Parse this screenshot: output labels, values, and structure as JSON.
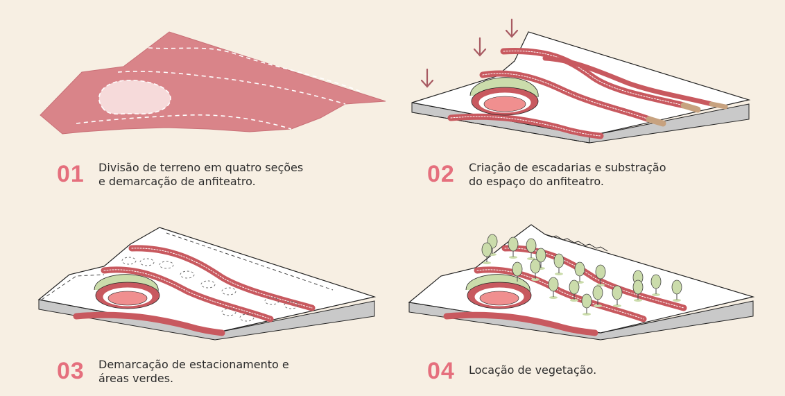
{
  "colors": {
    "background": "#f7efe3",
    "terrain": "#d98489",
    "terrain_dark": "#b05a62",
    "amphitheatre": "#f3d6d6",
    "stair_red": "#c8595f",
    "stair_tan": "#c7a27f",
    "arrow": "#a85a62",
    "vegetation": "#cbdcab",
    "step_number": "#e56f7d",
    "base_white": "#ffffff",
    "base_grey": "#c9c9c9"
  },
  "steps": [
    {
      "number": "01",
      "lines": [
        "Divisão de terreno em quatro seções",
        "e demarcação de anfiteatro."
      ],
      "icon": "terrain-sections-diagram"
    },
    {
      "number": "02",
      "lines": [
        "Criação de escadarias e substração",
        "do espaço do anfiteatro."
      ],
      "icon": "stairs-subtraction-diagram"
    },
    {
      "number": "03",
      "lines": [
        "Demarcação de estacionamento e",
        "áreas verdes."
      ],
      "icon": "parking-green-areas-diagram"
    },
    {
      "number": "04",
      "lines": [
        "Locação de vegetação."
      ],
      "icon": "vegetation-diagram"
    }
  ]
}
